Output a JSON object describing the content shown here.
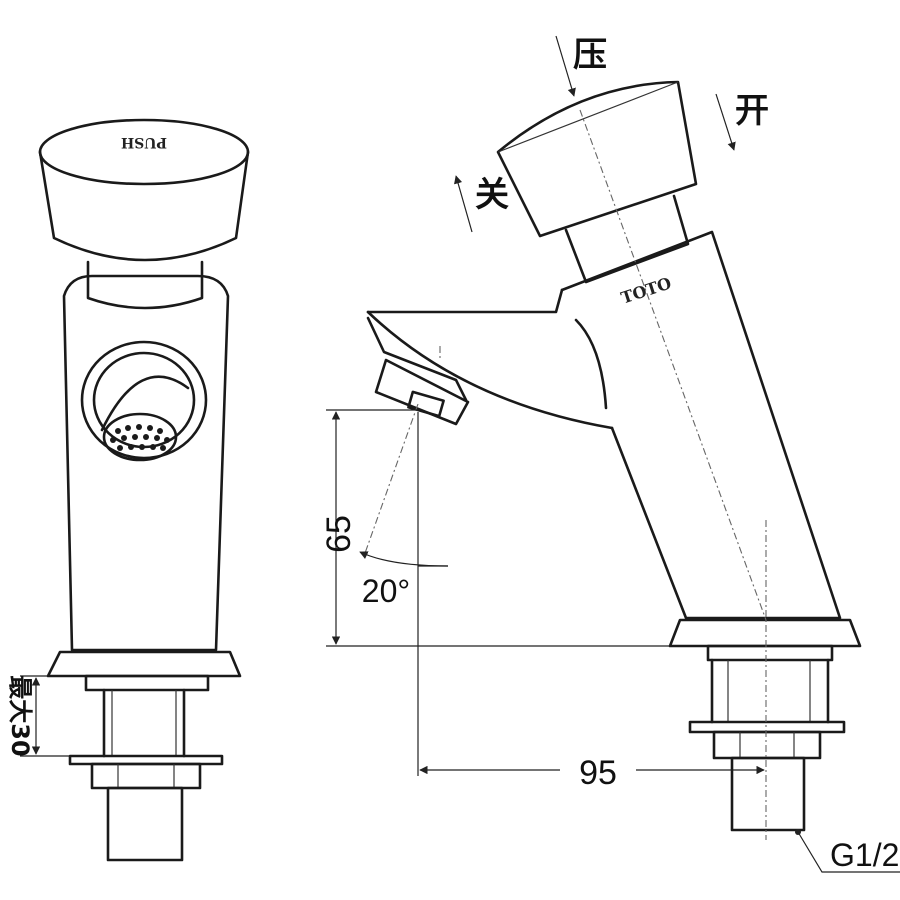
{
  "front_view": {
    "button_text": "PUSH",
    "height_label": "最大30"
  },
  "side_view": {
    "press_label": "压",
    "open_label": "开",
    "close_label": "关",
    "brand_label": "TOTO",
    "height_dimension": "65",
    "angle_dimension": "20°",
    "reach_dimension": "95",
    "thread_label": "G1/2"
  }
}
